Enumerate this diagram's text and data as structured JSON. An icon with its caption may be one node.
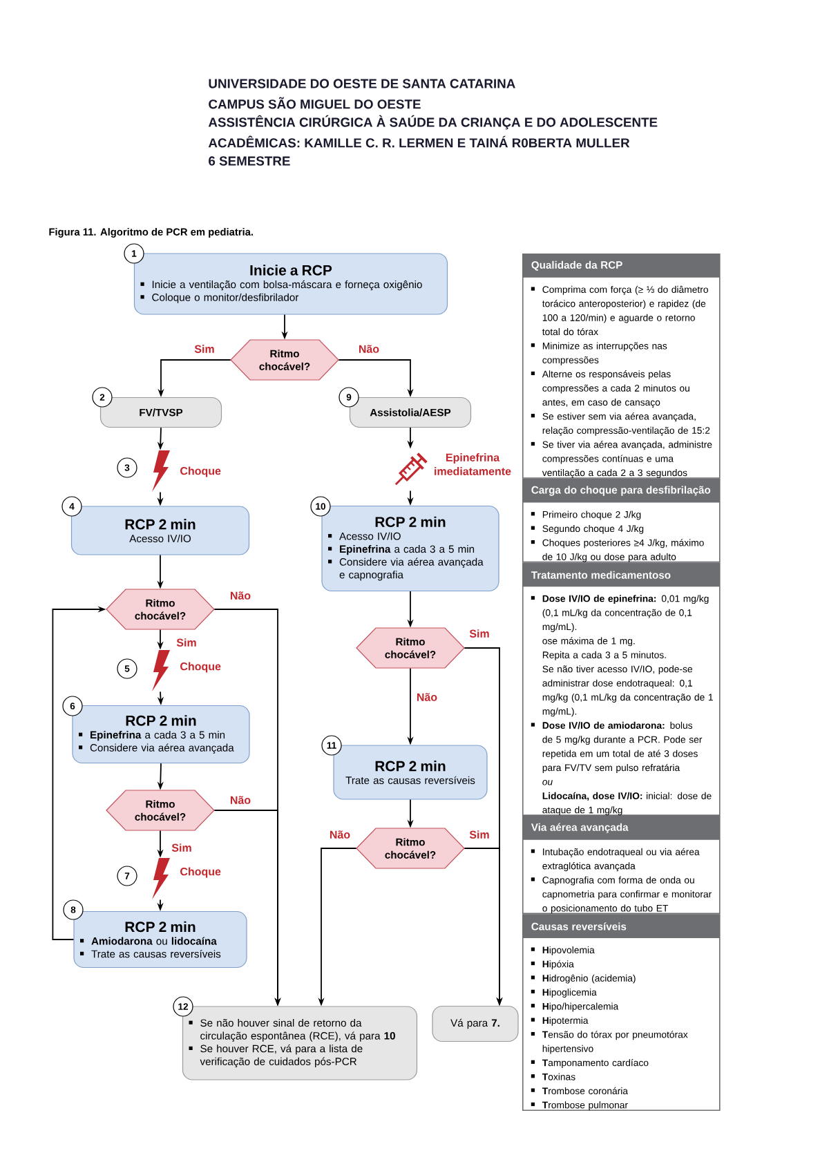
{
  "diagram": {
    "title": "Figura 11.  Algoritmo de PCR em pediatria.",
    "nodes": [
      {
        "text": [
          "Inicie a RCP",
          "Inicie a ventilação com bolsa-máscara e forneça oxigênio",
          "Coloque o monitor/desfibrilador"
        ],
        "beside": [
          "1"
        ]
      },
      {
        "text": [
          "Ritmo chocável?"
        ]
      },
      {
        "text": [
          "FV/TVSP"
        ],
        "beside": [
          "2"
        ]
      },
      {
        "text": [],
        "shape": "lightning",
        "beside": [
          "3",
          "Choque"
        ]
      },
      {
        "text": [
          "RCP 2 min",
          "Acesso IV/IO"
        ],
        "beside": [
          "4"
        ]
      },
      {
        "text": [
          "Ritmo chocável?"
        ]
      },
      {
        "text": [],
        "shape": "lightning",
        "beside": [
          "5",
          "Choque"
        ]
      },
      {
        "text": [
          "RCP 2 min",
          "**Epinefrina** a cada 3 a 5 min",
          "Considere via aérea avançada"
        ],
        "beside": [
          "6"
        ]
      },
      {
        "text": [
          "Ritmo chocável?"
        ]
      },
      {
        "text": [],
        "shape": "lightning",
        "beside": [
          "7",
          "Choque"
        ]
      },
      {
        "text": [
          "RCP 2 min",
          "**Amiodarona** ou **lidocaína**",
          "Trate as causas reversíveis"
        ],
        "beside": [
          "8"
        ]
      },
      {
        "text": [
          "Assistolia/AESP"
        ],
        "beside": [
          "9"
        ]
      },
      {
        "text": [],
        "shape": "syringe",
        "beside": [
          "Epinefrina imediatamente"
        ]
      },
      {
        "text": [
          "RCP 2 min",
          "Acesso IV/IO",
          "**Epinefrina** a cada 3 a 5 min",
          "Considere via aérea avançada e capnografia"
        ],
        "beside": [
          "10"
        ]
      },
      {
        "text": [
          "Ritmo chocável?"
        ]
      },
      {
        "text": [
          "RCP 2 min",
          "Trate as causas reversíveis"
        ],
        "beside": [
          "11"
        ]
      },
      {
        "text": [
          "Ritmo chocável?"
        ]
      },
      {
        "text": [
          "Se não houver sinal de retorno da circulação espontânea (RCE), vá para **10**",
          "Se houver RCE, vá para a lista de verificação de cuidados pós-PCR"
        ],
        "beside": [
          "12"
        ]
      },
      {
        "text": [
          "Vá para **7.**"
        ]
      },
      {
        "text": [
          "Qualidade da RCP",
          "Comprima com força (≥ ⅓ do diâmetro torácico anteroposterior) e rapidez (de 100 a 120/min) e aguarde o retorno total do tórax",
          "Minimize as interrupções nas compressões",
          "Alterne os responsáveis pelas compressões a cada 2 minutos ou antes, em caso de cansaço",
          "Se estiver sem via aérea avançada, relação compressão-ventilação de 15:2",
          "Se tiver via aérea avançada, administre compressões contínuas e uma ventilação a cada 2 a 3 segundos"
        ]
      },
      {
        "text": [
          "Carga do choque para desfibrilação",
          "Primeiro choque 2 J/kg",
          "Segundo choque 4 J/kg",
          "Choques posteriores ≥4 J/kg, máximo de 10 J/kg ou dose para adulto"
        ]
      },
      {
        "text": [
          "Tratamento medicamentoso",
          "**Dose IV/IO de epinefrina:** 0,01 mg/kg (0,1 mL/kg da concentração de 0,1 mg/mL).",
          "ose máxima de 1 mg.",
          "Repita a cada 3 a 5 minutos.",
          "Se não tiver acesso IV/IO, pode-se administrar dose endotraqueal: 0,1 mg/kg (0,1 mL/kg da concentração de 1 mg/mL).",
          "**Dose IV/IO de amiodarona:** bolus de 5 mg/kg durante a PCR. Pode ser repetida em um total de até 3 doses para FV/TV sem pulso refratária",
          "ou",
          "**Lidocaína, dose IV/IO:** inicial: dose de ataque de 1 mg/kg"
        ]
      },
      {
        "text": [
          "Via aérea avançada",
          "Intubação endotraqueal ou via aérea extraglótica avançada",
          "Capnografia com forma de onda ou capnometria para confirmar e monitorar o posicionamento do tubo ET"
        ]
      },
      {
        "text": [
          "Causas reversíveis",
          "**H**ipovolemia",
          "**H**ipóxia",
          "**H**idrogênio (acidemia)",
          "**H**ipoglicemia",
          "**H**ipo/hipercalemia",
          "**H**ipotermia",
          "**T**ensão do tórax por pneumotórax hipertensivo",
          "**T**amponamento cardíaco",
          "**T**oxinas",
          "**T**rombose coronária",
          "**T**rombose pulmonar"
        ]
      }
    ],
    "edges": [
      {
        "from": 0,
        "to": 1,
        "arrow": "to"
      },
      {
        "from": 1,
        "to": 2,
        "arrow": "to",
        "label": "Sim"
      },
      {
        "from": 1,
        "to": 11,
        "arrow": "to",
        "label": "Não"
      },
      {
        "from": 2,
        "to": 3,
        "arrow": "to"
      },
      {
        "from": 3,
        "to": 4,
        "arrow": "to"
      },
      {
        "from": 4,
        "to": 5,
        "arrow": "to"
      },
      {
        "from": 5,
        "to": 6,
        "arrow": "to",
        "label": "Sim"
      },
      {
        "from": 5,
        "to": 17,
        "arrow": "to",
        "label": "Não"
      },
      {
        "from": 6,
        "to": 7,
        "arrow": "to"
      },
      {
        "from": 7,
        "to": 8,
        "arrow": "to"
      },
      {
        "from": 8,
        "to": 9,
        "arrow": "to",
        "label": "Sim"
      },
      {
        "from": 8,
        "to": 17,
        "arrow": "to",
        "label": "Não"
      },
      {
        "from": 9,
        "to": 10,
        "arrow": "to"
      },
      {
        "from": 10,
        "to": 5,
        "arrow": "to"
      },
      {
        "from": 11,
        "to": 12,
        "arrow": "to"
      },
      {
        "from": 12,
        "to": 13,
        "arrow": "to"
      },
      {
        "from": 13,
        "to": 14,
        "arrow": "to"
      },
      {
        "from": 14,
        "to": 15,
        "arrow": "to",
        "label": "Não"
      },
      {
        "from": 14,
        "to": 18,
        "arrow": "to",
        "label": "Sim"
      },
      {
        "from": 15,
        "to": 16,
        "arrow": "to"
      },
      {
        "from": 16,
        "to": 17,
        "arrow": "to",
        "label": "Não"
      },
      {
        "from": 16,
        "to": 18,
        "arrow": "to",
        "label": "Sim"
      }
    ],
    "labels": [
      "UNIVERSIDADE DO OESTE DE SANTA CATARINA",
      "CAMPUS SÃO MIGUEL DO OESTE",
      "ASSISTÊNCIA CIRÚRGICA À SAÚDE DA CRIANÇA E DO ADOLESCENTE",
      "ACADÊMICAS: KAMILLE C. R. LERMEN E TAINÁ R0BERTA MULLER",
      "6 SEMESTRE"
    ]
  }
}
